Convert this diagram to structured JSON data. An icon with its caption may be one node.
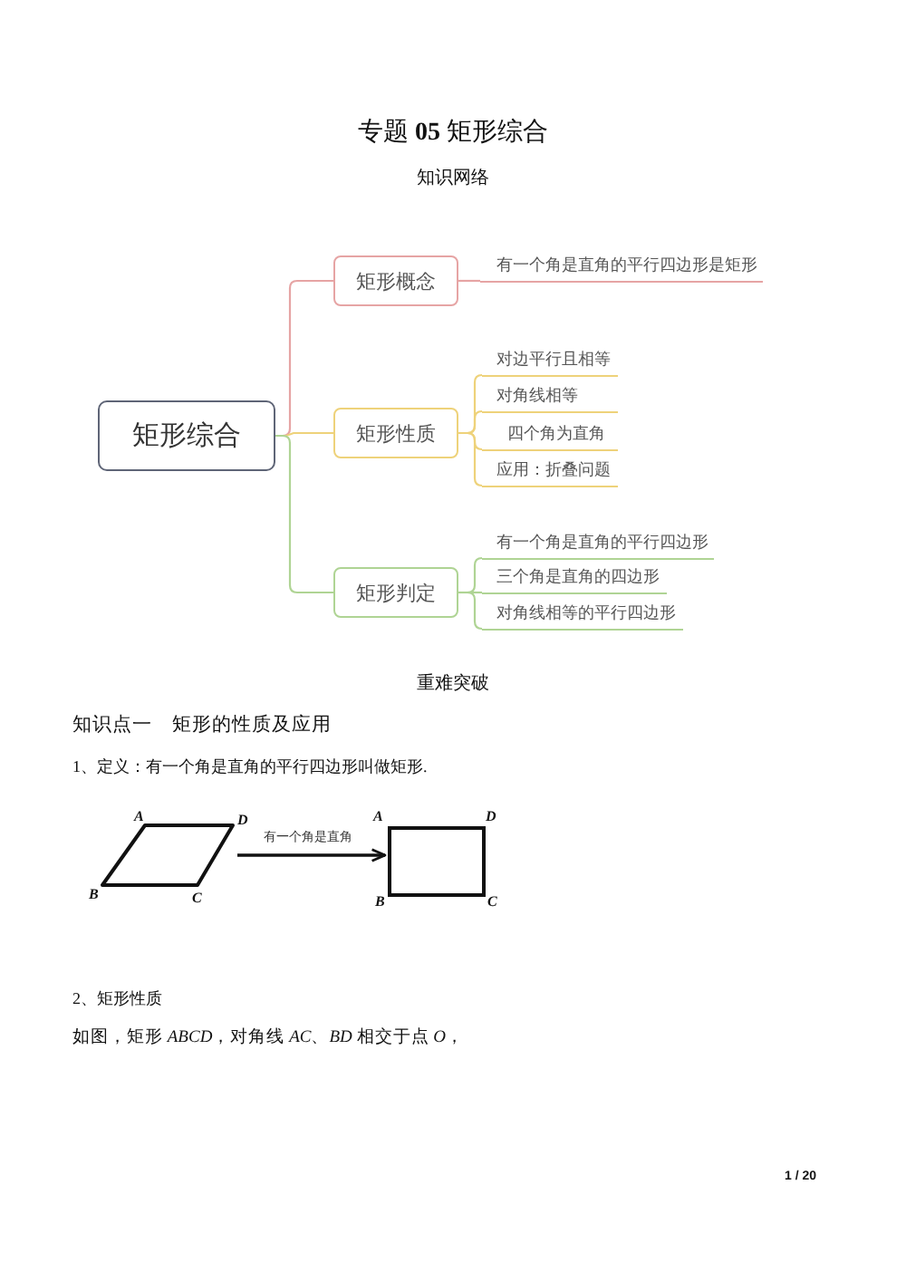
{
  "diagram": {
    "title": "专题 **05** 矩形综合",
    "nodes": [
      {
        "text": [
          "矩形综合"
        ]
      },
      {
        "text": [
          "矩形概念"
        ]
      },
      {
        "text": [
          "矩形性质"
        ]
      },
      {
        "text": [
          "矩形判定"
        ]
      },
      {
        "text": [
          "有一个角是直角的平行四边形是矩形"
        ]
      },
      {
        "text": [
          "对边平行且相等"
        ]
      },
      {
        "text": [
          "对角线相等"
        ]
      },
      {
        "text": [
          "四个角为直角"
        ]
      },
      {
        "text": [
          "应用：折叠问题"
        ]
      },
      {
        "text": [
          "有一个角是直角的平行四边形"
        ]
      },
      {
        "text": [
          "三个角是直角的四边形"
        ]
      },
      {
        "text": [
          "对角线相等的平行四边形"
        ]
      },
      {
        "text": [],
        "shape": "parallelogram",
        "beside": [
          "A",
          "D",
          "B",
          "C"
        ]
      },
      {
        "text": [],
        "shape": "rectangle",
        "beside": [
          "A",
          "D",
          "B",
          "C"
        ]
      }
    ],
    "edges": [
      {
        "from": 0,
        "to": 1,
        "arrow": "none",
        "color": "#e6a4a4"
      },
      {
        "from": 0,
        "to": 2,
        "arrow": "none",
        "color": "#eed27a"
      },
      {
        "from": 0,
        "to": 3,
        "arrow": "none",
        "color": "#afd494"
      },
      {
        "from": 1,
        "to": 4,
        "arrow": "none",
        "color": "#e6a4a4"
      },
      {
        "from": 2,
        "to": 5,
        "arrow": "none",
        "color": "#eed27a"
      },
      {
        "from": 2,
        "to": 6,
        "arrow": "none",
        "color": "#eed27a"
      },
      {
        "from": 2,
        "to": 7,
        "arrow": "none",
        "color": "#eed27a"
      },
      {
        "from": 2,
        "to": 8,
        "arrow": "none",
        "color": "#eed27a"
      },
      {
        "from": 3,
        "to": 9,
        "arrow": "none",
        "color": "#afd494"
      },
      {
        "from": 3,
        "to": 10,
        "arrow": "none",
        "color": "#afd494"
      },
      {
        "from": 3,
        "to": 11,
        "arrow": "none",
        "color": "#afd494"
      },
      {
        "from": 12,
        "to": 13,
        "arrow": "to",
        "label": "有一个角是直角",
        "color": "#111111"
      }
    ],
    "labels": [
      "知识网络",
      "重难突破",
      "知识点一　矩形的性质及应用",
      "1、定义：有一个角是直角的平行四边形叫做矩形.",
      "2、矩形性质",
      "如图，矩形 *ABCD*，对角线 *AC*、*BD* 相交于点 *O*，",
      "1 / 20"
    ]
  }
}
